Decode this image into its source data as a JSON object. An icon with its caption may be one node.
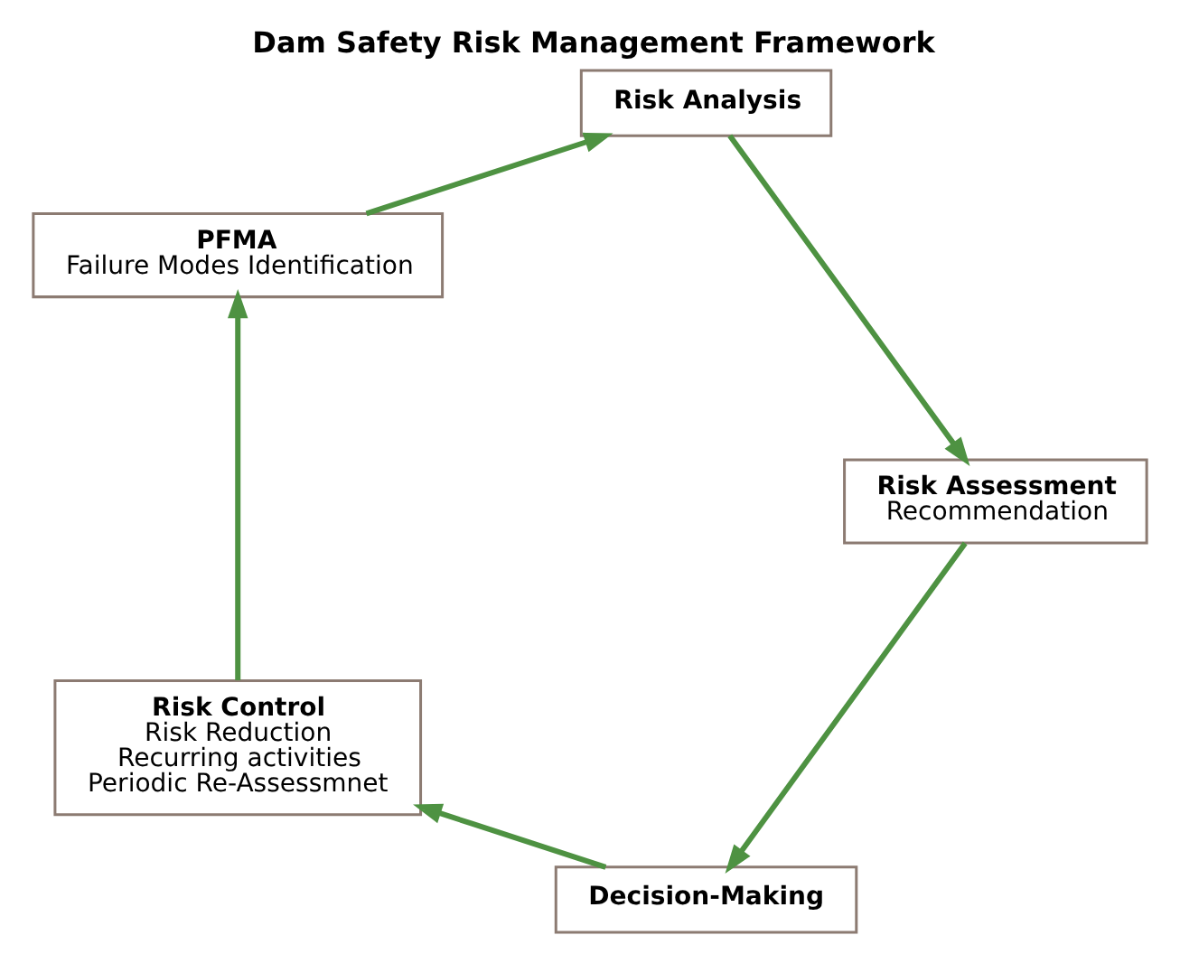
{
  "diagram": {
    "title": "Dam Safety Risk Management Framework",
    "nodes": [
      {
        "text": [
          "Decision-Making"
        ]
      },
      {
        "text": [
          "Risk Assessment",
          "Recommendation"
        ]
      },
      {
        "text": [
          "Risk Control",
          "Risk Reduction",
          "Recurring activities",
          "Periodic Re-Assessmnet"
        ]
      },
      {
        "text": [
          "Risk Analysis"
        ]
      },
      {
        "text": [
          "PFMA",
          "Failure Modes Identification"
        ]
      }
    ],
    "edges": [
      {
        "from": 0,
        "to": 2,
        "arrow": "to"
      },
      {
        "from": 2,
        "to": 4,
        "arrow": "to"
      },
      {
        "from": 4,
        "to": 3,
        "arrow": "to"
      },
      {
        "from": 3,
        "to": 1,
        "arrow": "to"
      },
      {
        "from": 1,
        "to": 0,
        "arrow": "to"
      }
    ]
  }
}
